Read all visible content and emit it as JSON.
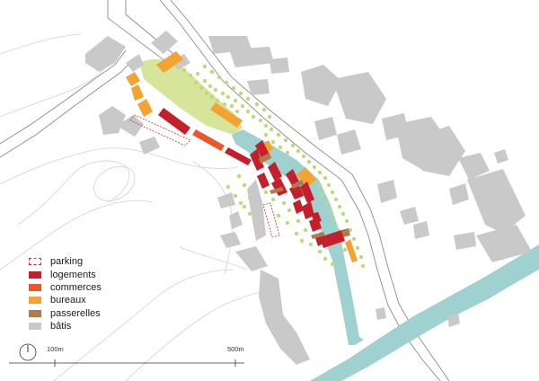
{
  "colors": {
    "water": "#9fd1d0",
    "park": "#d6e59a",
    "trees": "#b9dd7a",
    "logements": "#c41f2a",
    "commerces": "#e8582a",
    "bureaux": "#f2a332",
    "passerelles": "#b07a4c",
    "batis": "#c9c9c9",
    "roads": "#8a8a8a",
    "contours": "#d2d2d2",
    "parking": "#d9322e"
  },
  "legend": [
    {
      "key": "parking",
      "label": "parking",
      "style": "dashed"
    },
    {
      "key": "logements",
      "label": "logements",
      "style": "fill"
    },
    {
      "key": "commerces",
      "label": "commerces",
      "style": "fill"
    },
    {
      "key": "bureaux",
      "label": "bureaux",
      "style": "fill"
    },
    {
      "key": "passerelles",
      "label": "passerelles",
      "style": "fill"
    },
    {
      "key": "batis",
      "label": "bâtis",
      "style": "fill"
    }
  ],
  "scale": {
    "label_100": "100m",
    "label_500": "500m"
  },
  "north_icon": "north-arrow-icon"
}
